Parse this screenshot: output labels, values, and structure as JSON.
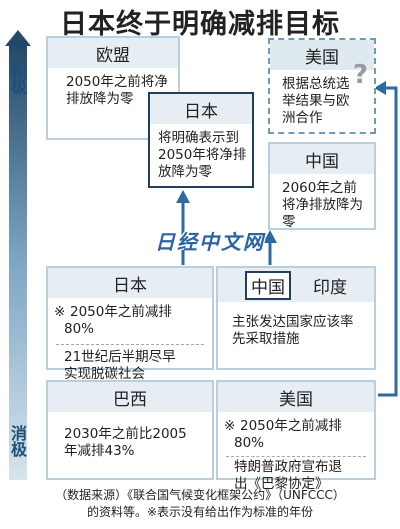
{
  "title": "日本终于明确减排目标",
  "axis": {
    "top": "积极",
    "bottom": "消极"
  },
  "boxes": {
    "eu": {
      "head": "欧盟",
      "body": "2050年之前将净排放降为零"
    },
    "us_top": {
      "head": "美国",
      "body": "根据总统选举结果与欧洲合作",
      "mark": "?"
    },
    "japan_top": {
      "head": "日本",
      "body": "将明确表示到2050年将净排放降为零"
    },
    "china_top": {
      "head": "中国",
      "body": "2060年之前将净排放降为零"
    },
    "japan_mid": {
      "head": "日本",
      "mark": "※",
      "body1": "2050年之前减排80%",
      "body2": "21世纪后半期尽早实现脱碳社会"
    },
    "china_india": {
      "head_a": "中国",
      "head_b": "印度",
      "body": "主张发达国家应该率先采取措施"
    },
    "brazil": {
      "head": "巴西",
      "body": "2030年之前比2005年减排43%"
    },
    "us_bottom": {
      "head": "美国",
      "mark": "※",
      "body1": "2050年之前减排80%",
      "body2": "特朗普政府宣布退出《巴黎协定》"
    }
  },
  "watermark": "日经中文网",
  "footer": {
    "line1": "（数据来源）《联合国气候变化框架公约》（UNFCCC）",
    "line2": "的资料等。※表示没有给出作为标准的年份"
  },
  "colors": {
    "axis_top": "#2a4d6b",
    "axis_bottom": "#c9dbe6",
    "arrow": "#2b6aa3"
  }
}
